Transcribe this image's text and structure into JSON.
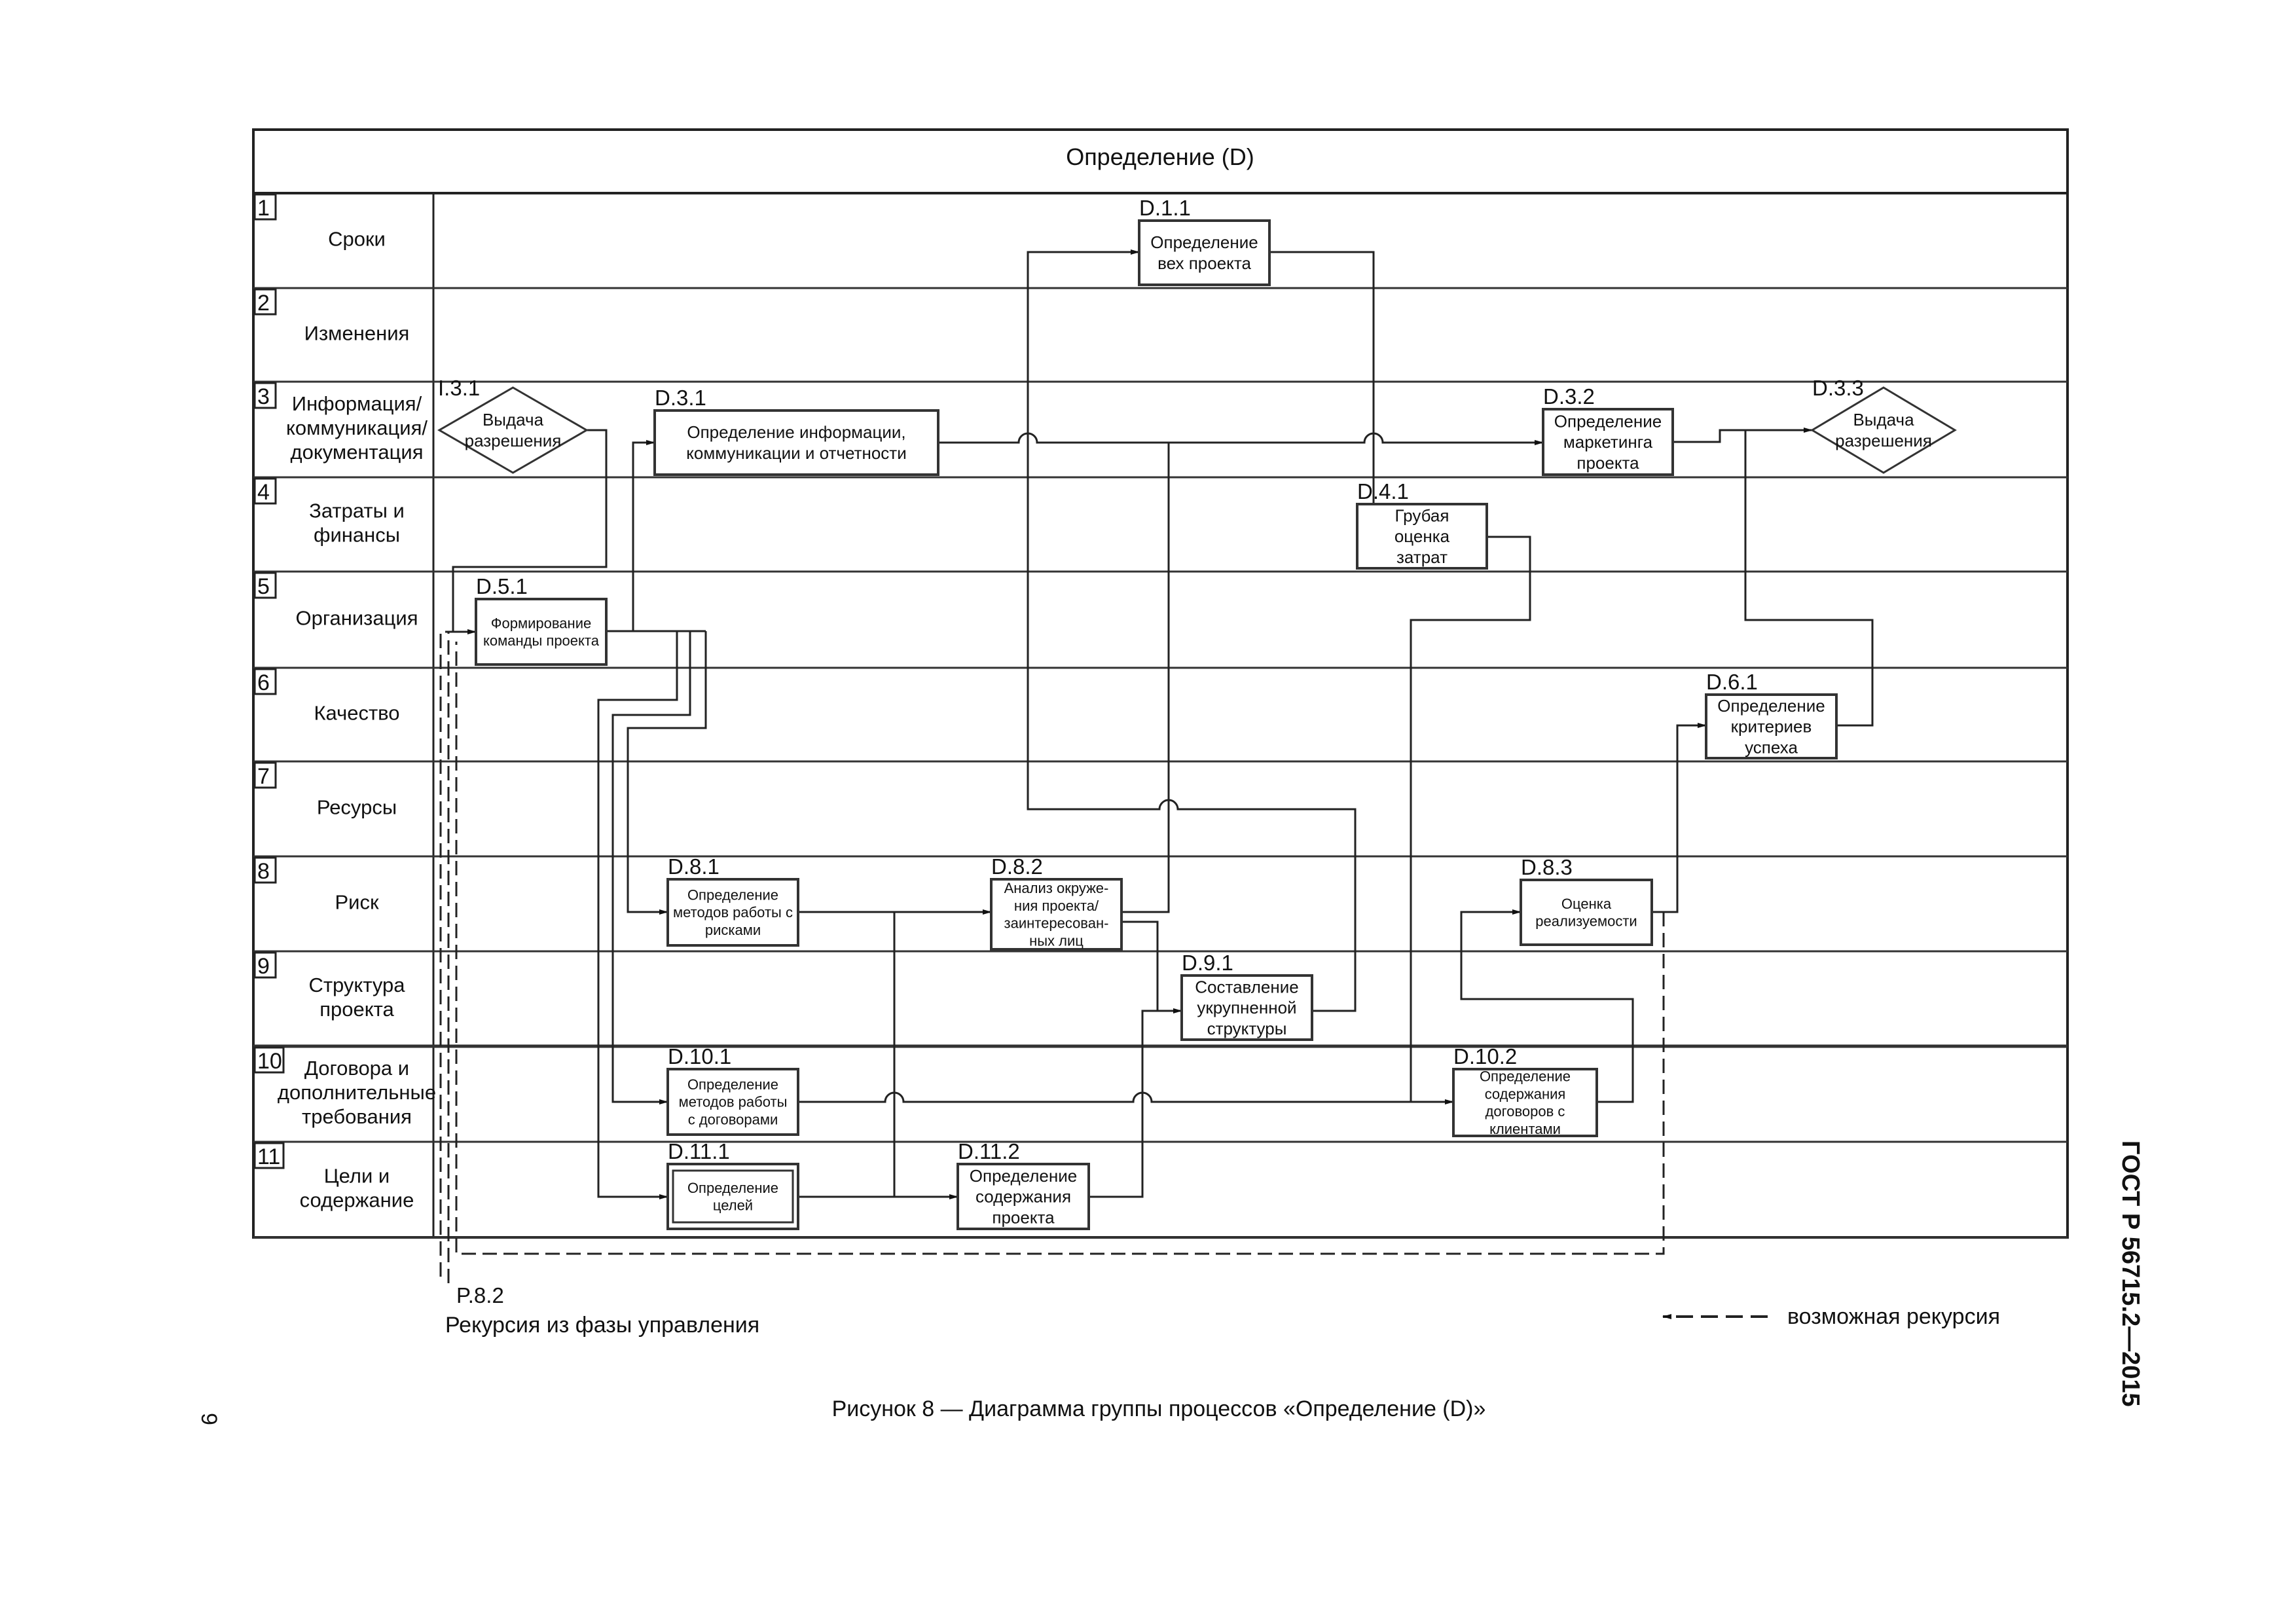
{
  "diagram": {
    "title": "Определение (D)",
    "lanes": [
      {
        "num": "1",
        "label": [
          "Сроки"
        ]
      },
      {
        "num": "2",
        "label": [
          "Изменения"
        ]
      },
      {
        "num": "3",
        "label": [
          "Информация/",
          "коммуникация/",
          "документация"
        ]
      },
      {
        "num": "4",
        "label": [
          "Затраты и",
          "финансы"
        ]
      },
      {
        "num": "5",
        "label": [
          "Организация"
        ]
      },
      {
        "num": "6",
        "label": [
          "Качество"
        ]
      },
      {
        "num": "7",
        "label": [
          "Ресурсы"
        ]
      },
      {
        "num": "8",
        "label": [
          "Риск"
        ]
      },
      {
        "num": "9",
        "label": [
          "Структура",
          "проекта"
        ]
      },
      {
        "num": "10",
        "label": [
          "Договора и",
          "дополнительные",
          "требования"
        ]
      },
      {
        "num": "11",
        "label": [
          "Цели и",
          "содержание"
        ]
      }
    ],
    "nodes": {
      "D.1.1": {
        "code": "D.1.1",
        "lines": [
          "Определение",
          "вех проекта"
        ]
      },
      "I.3.1": {
        "code": "I.3.1",
        "lines": [
          "Выдача",
          "разрешения"
        ]
      },
      "D.3.1": {
        "code": "D.3.1",
        "lines": [
          "Определение информации,",
          "коммуникации и отчетности"
        ]
      },
      "D.3.2": {
        "code": "D.3.2",
        "lines": [
          "Определение",
          "маркетинга",
          "проекта"
        ]
      },
      "D.3.3": {
        "code": "D.3.3",
        "lines": [
          "Выдача",
          "разрешения"
        ]
      },
      "D.4.1": {
        "code": "D.4.1",
        "lines": [
          "Грубая",
          "оценка",
          "затрат"
        ]
      },
      "D.5.1": {
        "code": "D.5.1",
        "lines": [
          "Формирование",
          "команды проекта"
        ]
      },
      "D.6.1": {
        "code": "D.6.1",
        "lines": [
          "Определение",
          "критериев",
          "успеха"
        ]
      },
      "D.8.1": {
        "code": "D.8.1",
        "lines": [
          "Определение",
          "методов работы с",
          "рисками"
        ]
      },
      "D.8.2": {
        "code": "D.8.2",
        "lines": [
          "Анализ окруже-",
          "ния проекта/",
          "заинтересован-",
          "ных лиц"
        ]
      },
      "D.8.3": {
        "code": "D.8.3",
        "lines": [
          "Оценка",
          "реализуемости"
        ]
      },
      "D.9.1": {
        "code": "D.9.1",
        "lines": [
          "Составление",
          "укрупненной",
          "структуры"
        ]
      },
      "D.10.1": {
        "code": "D.10.1",
        "lines": [
          "Определение",
          "методов работы",
          "с договорами"
        ]
      },
      "D.10.2": {
        "code": "D.10.2",
        "lines": [
          "Определение",
          "содержания",
          "договоров с",
          "клиентами"
        ]
      },
      "D.11.1": {
        "code": "D.11.1",
        "lines": [
          "Определение",
          "целей"
        ]
      },
      "D.11.2": {
        "code": "D.11.2",
        "lines": [
          "Определение",
          "содержания",
          "проекта"
        ]
      }
    },
    "external_ref": {
      "code": "P.8.2",
      "label": "Рекурсия из фазы управления"
    },
    "legend": {
      "label": "возможная рекурсия"
    }
  },
  "page": {
    "caption": "Рисунок 8 — Диаграмма группы процессов «Определение (D)»",
    "standard": "ГОСТ Р 56715.2—2015",
    "page_number": "9"
  }
}
